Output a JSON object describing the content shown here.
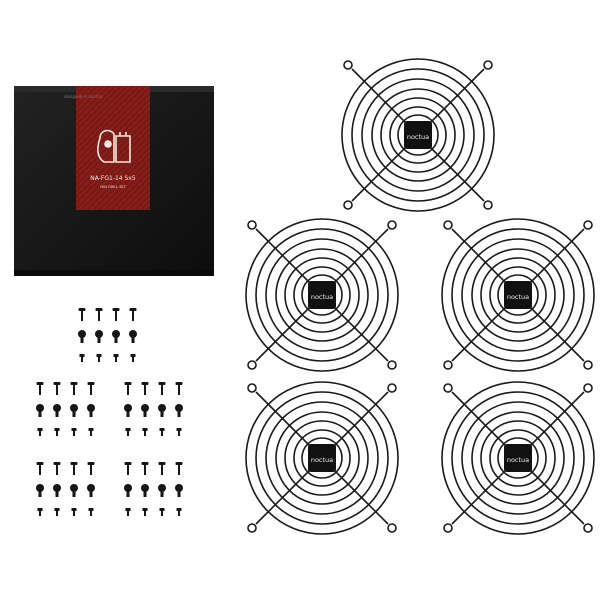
{
  "product_box": {
    "model_label": "NA-FG1-14 Sx5",
    "brand_tagline": "designed in austria",
    "sub_label": "FAN GRILL SET"
  },
  "grills": [
    {
      "logo_text": "noctua"
    },
    {
      "logo_text": "noctua"
    },
    {
      "logo_text": "noctua"
    },
    {
      "logo_text": "noctua"
    },
    {
      "logo_text": "noctua"
    }
  ],
  "colors": {
    "box_black": "#141414",
    "box_red": "#7b1a14",
    "wire": "#1a1a1a",
    "background": "#ffffff"
  },
  "screw_groups": 5
}
